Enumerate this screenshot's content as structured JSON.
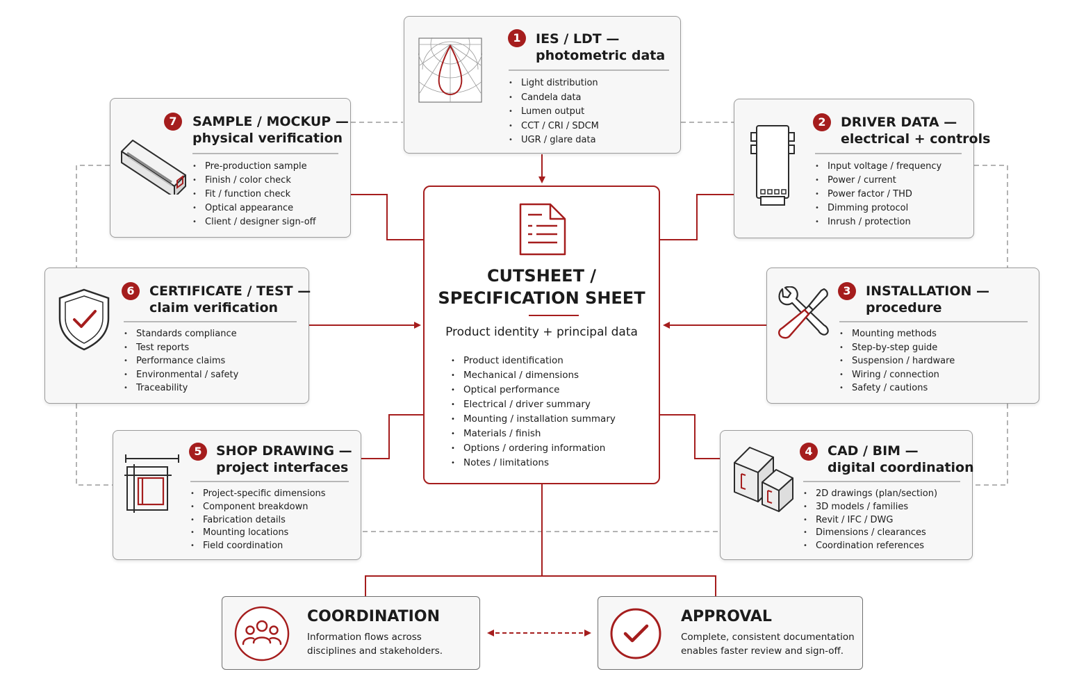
{
  "colors": {
    "accent": "#a51d1d",
    "card_background": "#f7f7f7",
    "card_border": "#9a9a9a",
    "text": "#1b1b1b"
  },
  "center": {
    "title_line1": "CUTSHEET /",
    "title_line2": "SPECIFICATION SHEET",
    "subtitle": "Product identity + principal data",
    "icon": "document-icon",
    "items": [
      "Product identification",
      "Mechanical / dimensions",
      "Optical performance",
      "Electrical / driver summary",
      "Mounting / installation summary",
      "Materials / finish",
      "Options / ordering information",
      "Notes / limitations"
    ]
  },
  "cards": {
    "ies": {
      "number": "1",
      "title_line1": "IES / LDT —",
      "title_line2": "photometric data",
      "icon": "polar-diagram-icon",
      "items": [
        "Light distribution",
        "Candela data",
        "Lumen output",
        "CCT / CRI / SDCM",
        "UGR / glare data"
      ]
    },
    "driver": {
      "number": "2",
      "title_line1": "DRIVER DATA —",
      "title_line2": "electrical + controls",
      "icon": "driver-module-icon",
      "items": [
        "Input voltage / frequency",
        "Power / current",
        "Power factor / THD",
        "Dimming protocol",
        "Inrush / protection"
      ]
    },
    "installation": {
      "number": "3",
      "title_line1": "INSTALLATION —",
      "title_line2": "procedure",
      "icon": "tools-icon",
      "items": [
        "Mounting methods",
        "Step-by-step guide",
        "Suspension / hardware",
        "Wiring / connection",
        "Safety / cautions"
      ]
    },
    "cad": {
      "number": "4",
      "title_line1": "CAD / BIM —",
      "title_line2": "digital coordination",
      "icon": "cubes-icon",
      "items": [
        "2D drawings (plan/section)",
        "3D models / families",
        "Revit / IFC / DWG",
        "Dimensions / clearances",
        "Coordination references"
      ]
    },
    "shop": {
      "number": "5",
      "title_line1": "SHOP DRAWING —",
      "title_line2": "project interfaces",
      "icon": "shop-drawing-icon",
      "items": [
        "Project-specific dimensions",
        "Component breakdown",
        "Fabrication details",
        "Mounting locations",
        "Field coordination"
      ]
    },
    "certificate": {
      "number": "6",
      "title_line1": "CERTIFICATE / TEST —",
      "title_line2": "claim verification",
      "icon": "shield-check-icon",
      "items": [
        "Standards compliance",
        "Test reports",
        "Performance claims",
        "Environmental / safety",
        "Traceability"
      ]
    },
    "sample": {
      "number": "7",
      "title_line1": "SAMPLE / MOCKUP —",
      "title_line2": "physical verification",
      "icon": "luminaire-sample-icon",
      "items": [
        "Pre-production sample",
        "Finish / color check",
        "Fit / function check",
        "Optical appearance",
        "Client / designer sign-off"
      ]
    }
  },
  "bottom": {
    "coordination": {
      "title": "COORDINATION",
      "line1": "Information flows across",
      "line2": "disciplines and stakeholders.",
      "icon": "people-group-icon"
    },
    "approval": {
      "title": "APPROVAL",
      "line1": "Complete, consistent documentation",
      "line2": "enables faster review and sign-off.",
      "icon": "checkmark-circle-icon"
    }
  }
}
